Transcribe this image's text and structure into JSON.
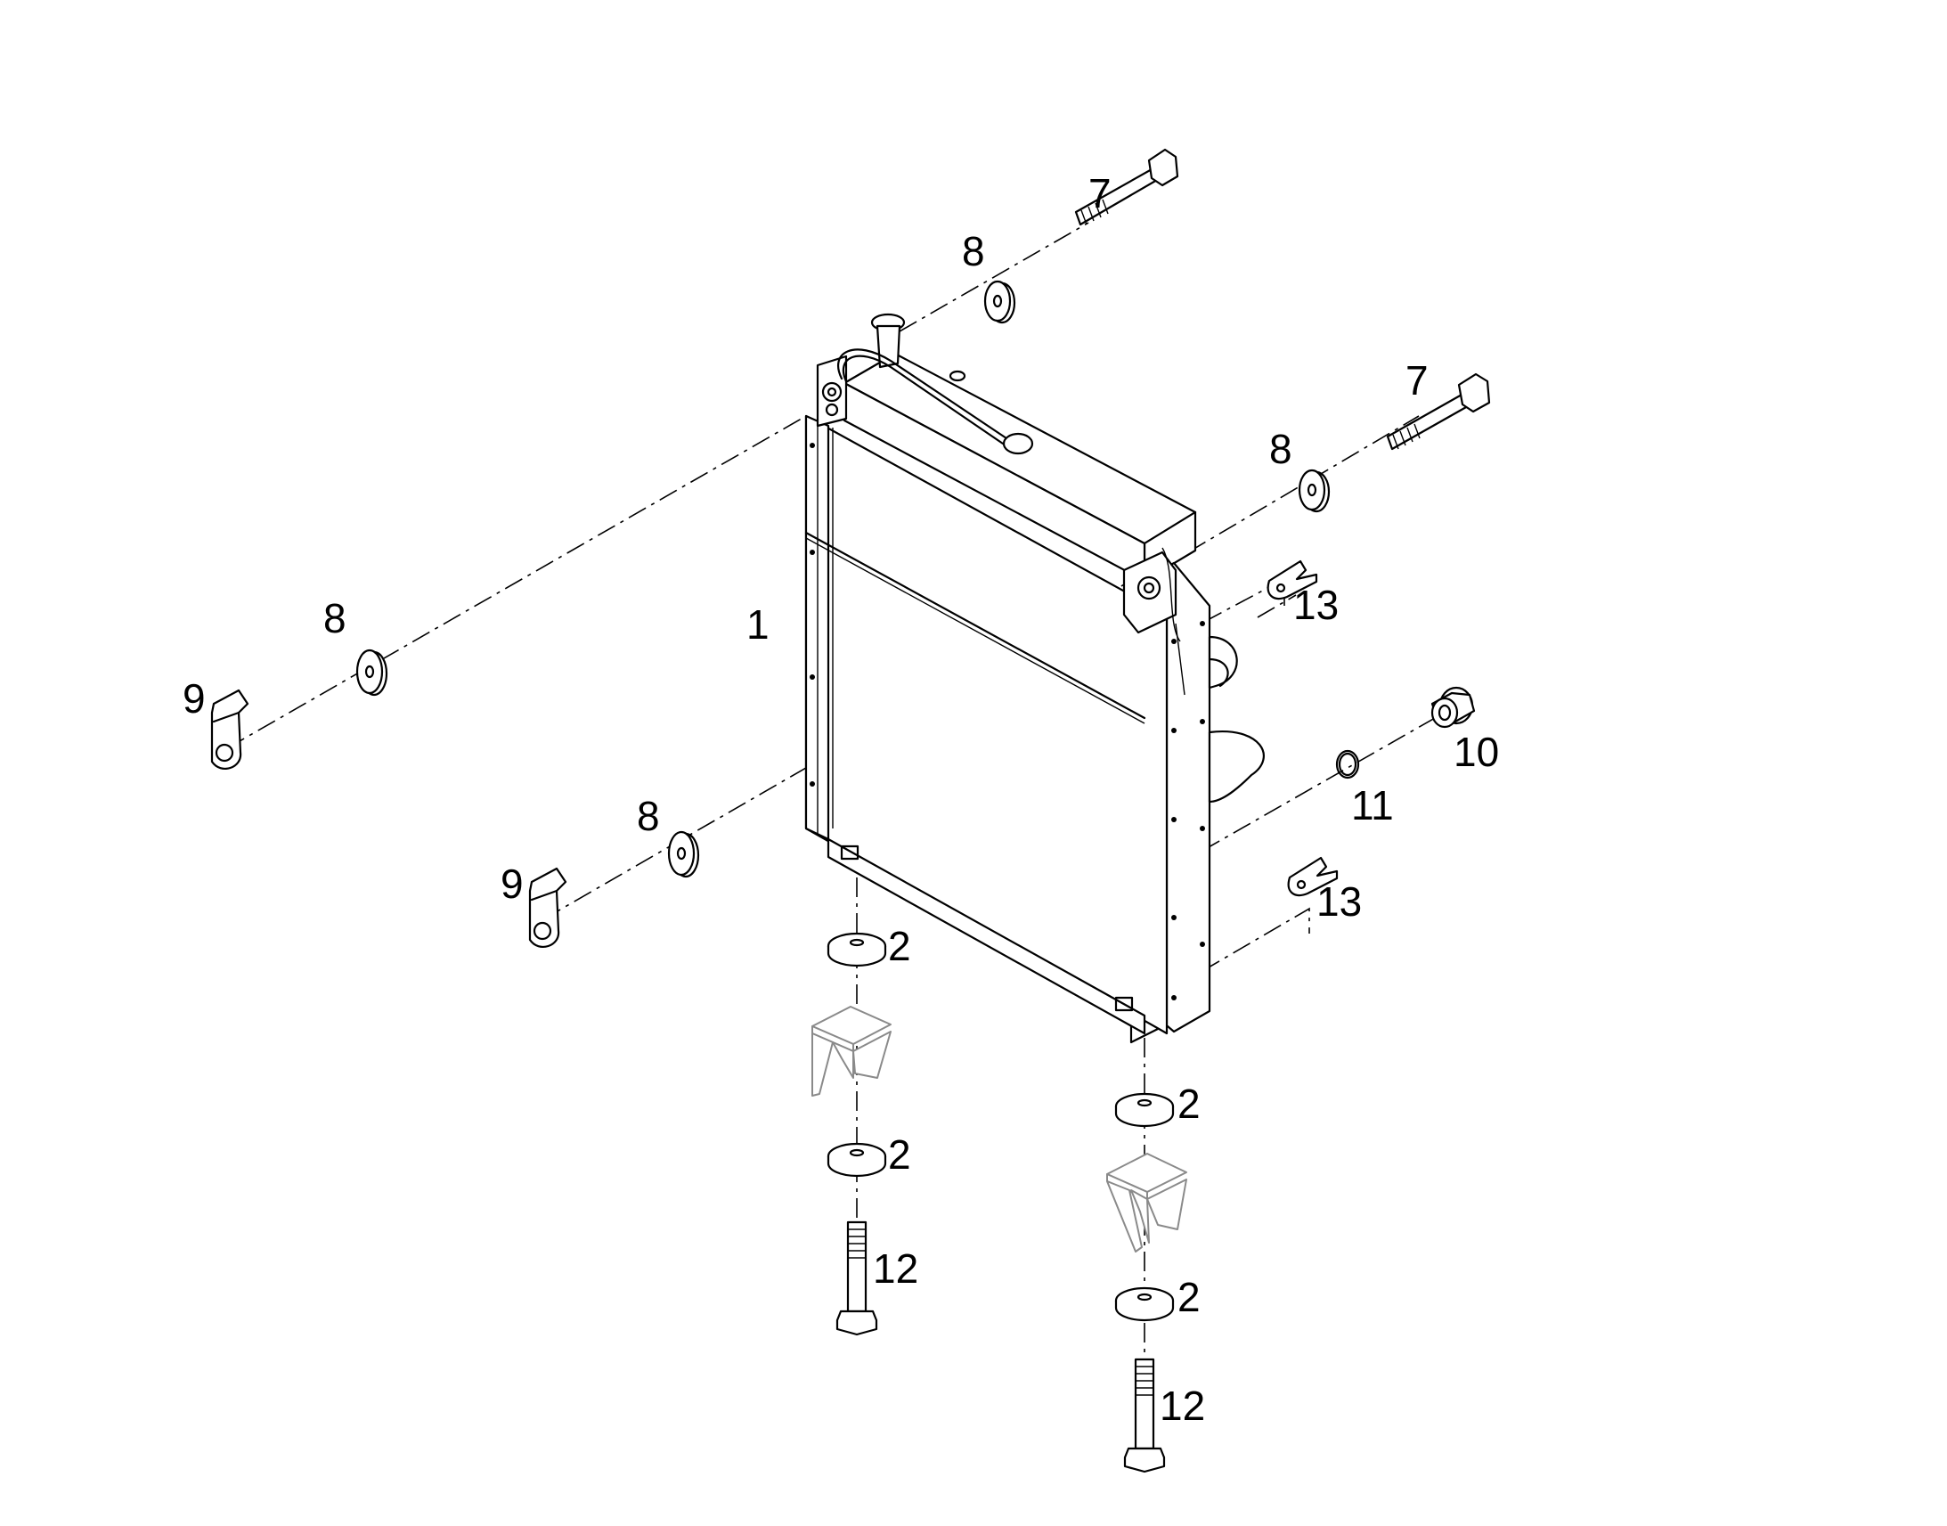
{
  "diagram": {
    "type": "exploded-parts-view",
    "line_color": "#000000",
    "ghost_color": "#8a8a8a",
    "callouts": {
      "radiator": "1",
      "washer_bottom_a": "2",
      "washer_bottom_b": "2",
      "washer_bottom_c": "2",
      "washer_bottom_d": "2",
      "bolt_top_a": "7",
      "bolt_top_b": "7",
      "washer_top_a": "8",
      "washer_top_b": "8",
      "washer_left_a": "8",
      "washer_left_b": "8",
      "bracket_left_a": "9",
      "bracket_left_b": "9",
      "plug": "10",
      "seal_ring": "11",
      "bolt_bottom_a": "12",
      "bolt_bottom_b": "12",
      "clip_a": "13",
      "clip_b": "13"
    }
  }
}
